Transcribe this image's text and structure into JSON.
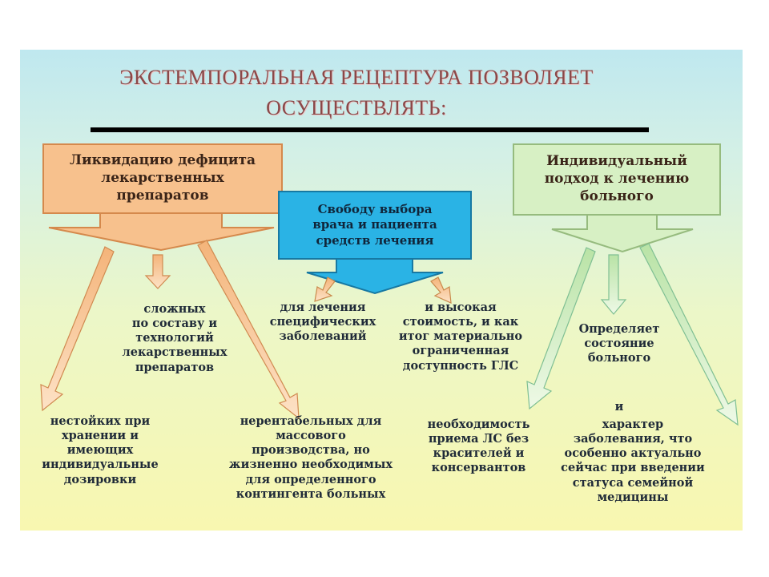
{
  "title": {
    "line1": "ЭКСТЕМПОРАЛЬНАЯ РЕЦЕПТУРА ПОЗВОЛЯЕТ",
    "line2": "ОСУЩЕСТВЛЯТЬ:"
  },
  "boxes": {
    "left": "Ликвидацию дефицита\nлекарственных\nпрепаратов",
    "center": "Свободу выбора\nврача и пациента\nсредств лечения",
    "right": "Индивидуальный\nподход к лечению\nбольного"
  },
  "notes": {
    "complex": "сложных\nпо составу и\nтехнологий\nлекарственных\nпрепаратов",
    "unstable": "нестойких при\nхранении и\nимеющих\nиндивидуальные\nдозировки",
    "unprofitable": "нерентабельных для\nмассового\nпроизводства, но\nжизненно необходимых\nдля определенного\nконтингента больных",
    "specific": "для лечения\nспецифических\nзаболеваний",
    "cost": "и высокая\nстоимость, и как\nитог материально\nограниченная\nдоступность ГЛС",
    "need": "необходимость\nприема ЛС без\nкрасителей и\nконсервантов",
    "defines": "Определяет\nсостояние\nбольного",
    "and": "и",
    "character": "характер\nзаболевания, что\nособенно актуально\nсейчас при введении\nстатуса семейной\nмедицины"
  },
  "colors": {
    "left_box": "#f7c18d",
    "center_box": "#2ab3e5",
    "right_box": "#d7f0c4",
    "title": "#8a4848"
  }
}
